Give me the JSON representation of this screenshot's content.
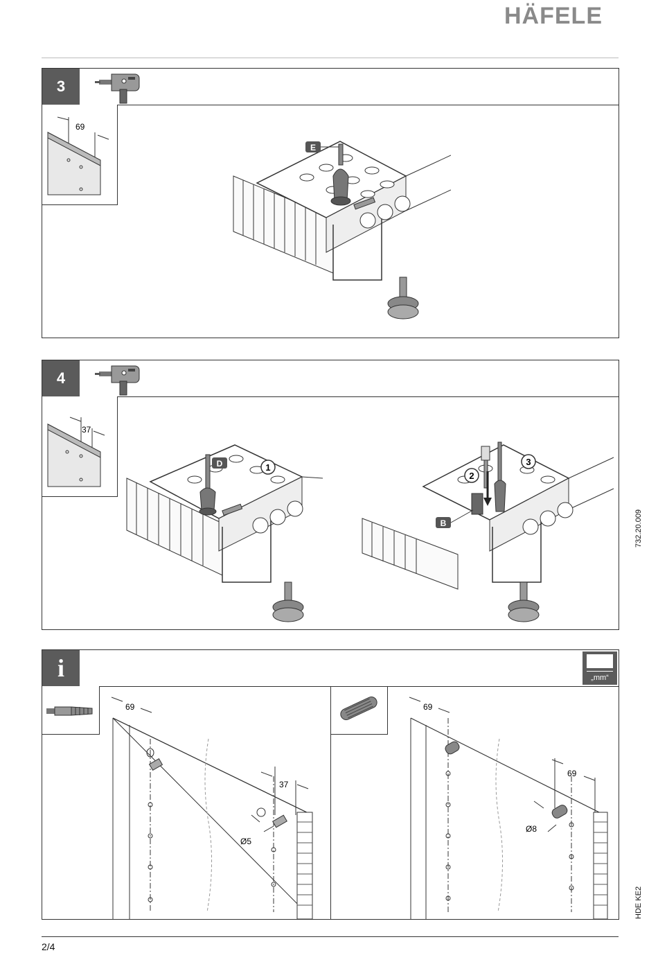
{
  "brand": "HÄFELE",
  "document_code": "732.20.009",
  "product_code": "HDE KE2",
  "page": "2/4",
  "steps": [
    {
      "number": "3",
      "tool_icon": "drill-icon",
      "inset_dimension": "69",
      "callouts": [
        "E"
      ]
    },
    {
      "number": "4",
      "tool_icon": "drill-icon",
      "inset_dimension": "37",
      "callouts": [
        "D",
        "1",
        "2",
        "3",
        "B"
      ]
    }
  ],
  "info": {
    "icon": "info-icon",
    "unit_icon": "mm-unit-icon",
    "unit_label": "„mm“",
    "left": {
      "fitting_icon": "screw-connector-icon",
      "dim_top": "69",
      "dim_side": "37",
      "diameter": "Ø5"
    },
    "right": {
      "fitting_icon": "dowel-icon",
      "dim_top": "69",
      "dim_side": "69",
      "diameter": "Ø8"
    }
  },
  "colors": {
    "header_box": "#5b5b5b",
    "logo": "#8a8a8a",
    "callout_box": "#555555"
  }
}
